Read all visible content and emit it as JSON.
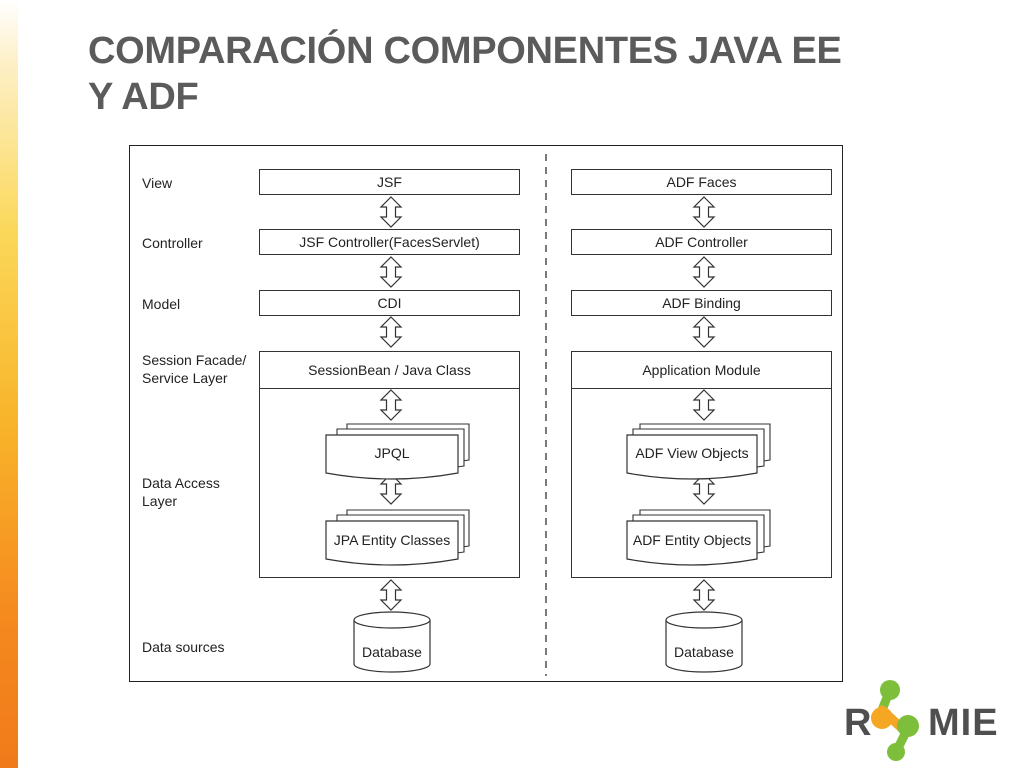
{
  "slide": {
    "title_line1": "COMPARACIÓN COMPONENTES JAVA EE",
    "title_line2": "Y ADF"
  },
  "layers": {
    "view": "View",
    "controller": "Controller",
    "model": "Model",
    "session_line1": "Session Facade/",
    "session_line2": "Service Layer",
    "data_access_line1": "Data Access",
    "data_access_line2": "Layer",
    "data_sources": "Data sources"
  },
  "javaee": {
    "view": "JSF",
    "controller": "JSF Controller(FacesServlet)",
    "model": "CDI",
    "session": "SessionBean / Java Class",
    "query": "JPQL",
    "entity": "JPA Entity Classes",
    "database": "Database"
  },
  "adf": {
    "view": "ADF Faces",
    "controller": "ADF Controller",
    "model": "ADF Binding",
    "session": "Application Module",
    "query": "ADF View Objects",
    "entity": "ADF Entity Objects",
    "database": "Database"
  },
  "logo": {
    "text_r": "R",
    "text_mie": "MIE",
    "colors": {
      "green": "#7dbf3a",
      "orange": "#f5a623",
      "text": "#4f4f4f"
    }
  }
}
